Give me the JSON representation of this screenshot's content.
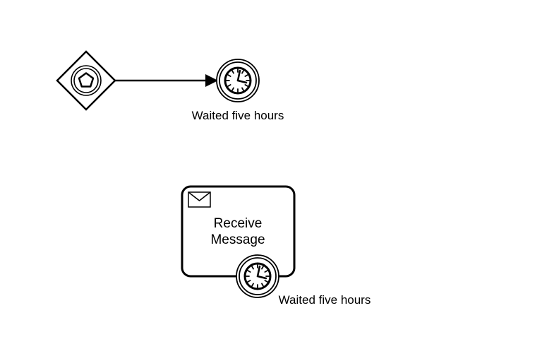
{
  "diagram": {
    "gateway": {
      "type": "event-based-gateway",
      "icon": "pentagon-icon"
    },
    "timer_event": {
      "type": "intermediate-timer-catch-event",
      "icon": "clock-icon",
      "label": "Waited five hours"
    },
    "sequence_flow": {
      "from": "gateway",
      "to": "timer_event"
    },
    "task": {
      "type": "receive-task",
      "icon": "envelope-icon",
      "label_line1": "Receive",
      "label_line2": "Message"
    },
    "boundary_timer": {
      "type": "boundary-timer-event",
      "attached_to": "task",
      "icon": "clock-icon",
      "label": "Waited five hours"
    },
    "colors": {
      "stroke": "#000000",
      "fill": "#ffffff"
    }
  }
}
